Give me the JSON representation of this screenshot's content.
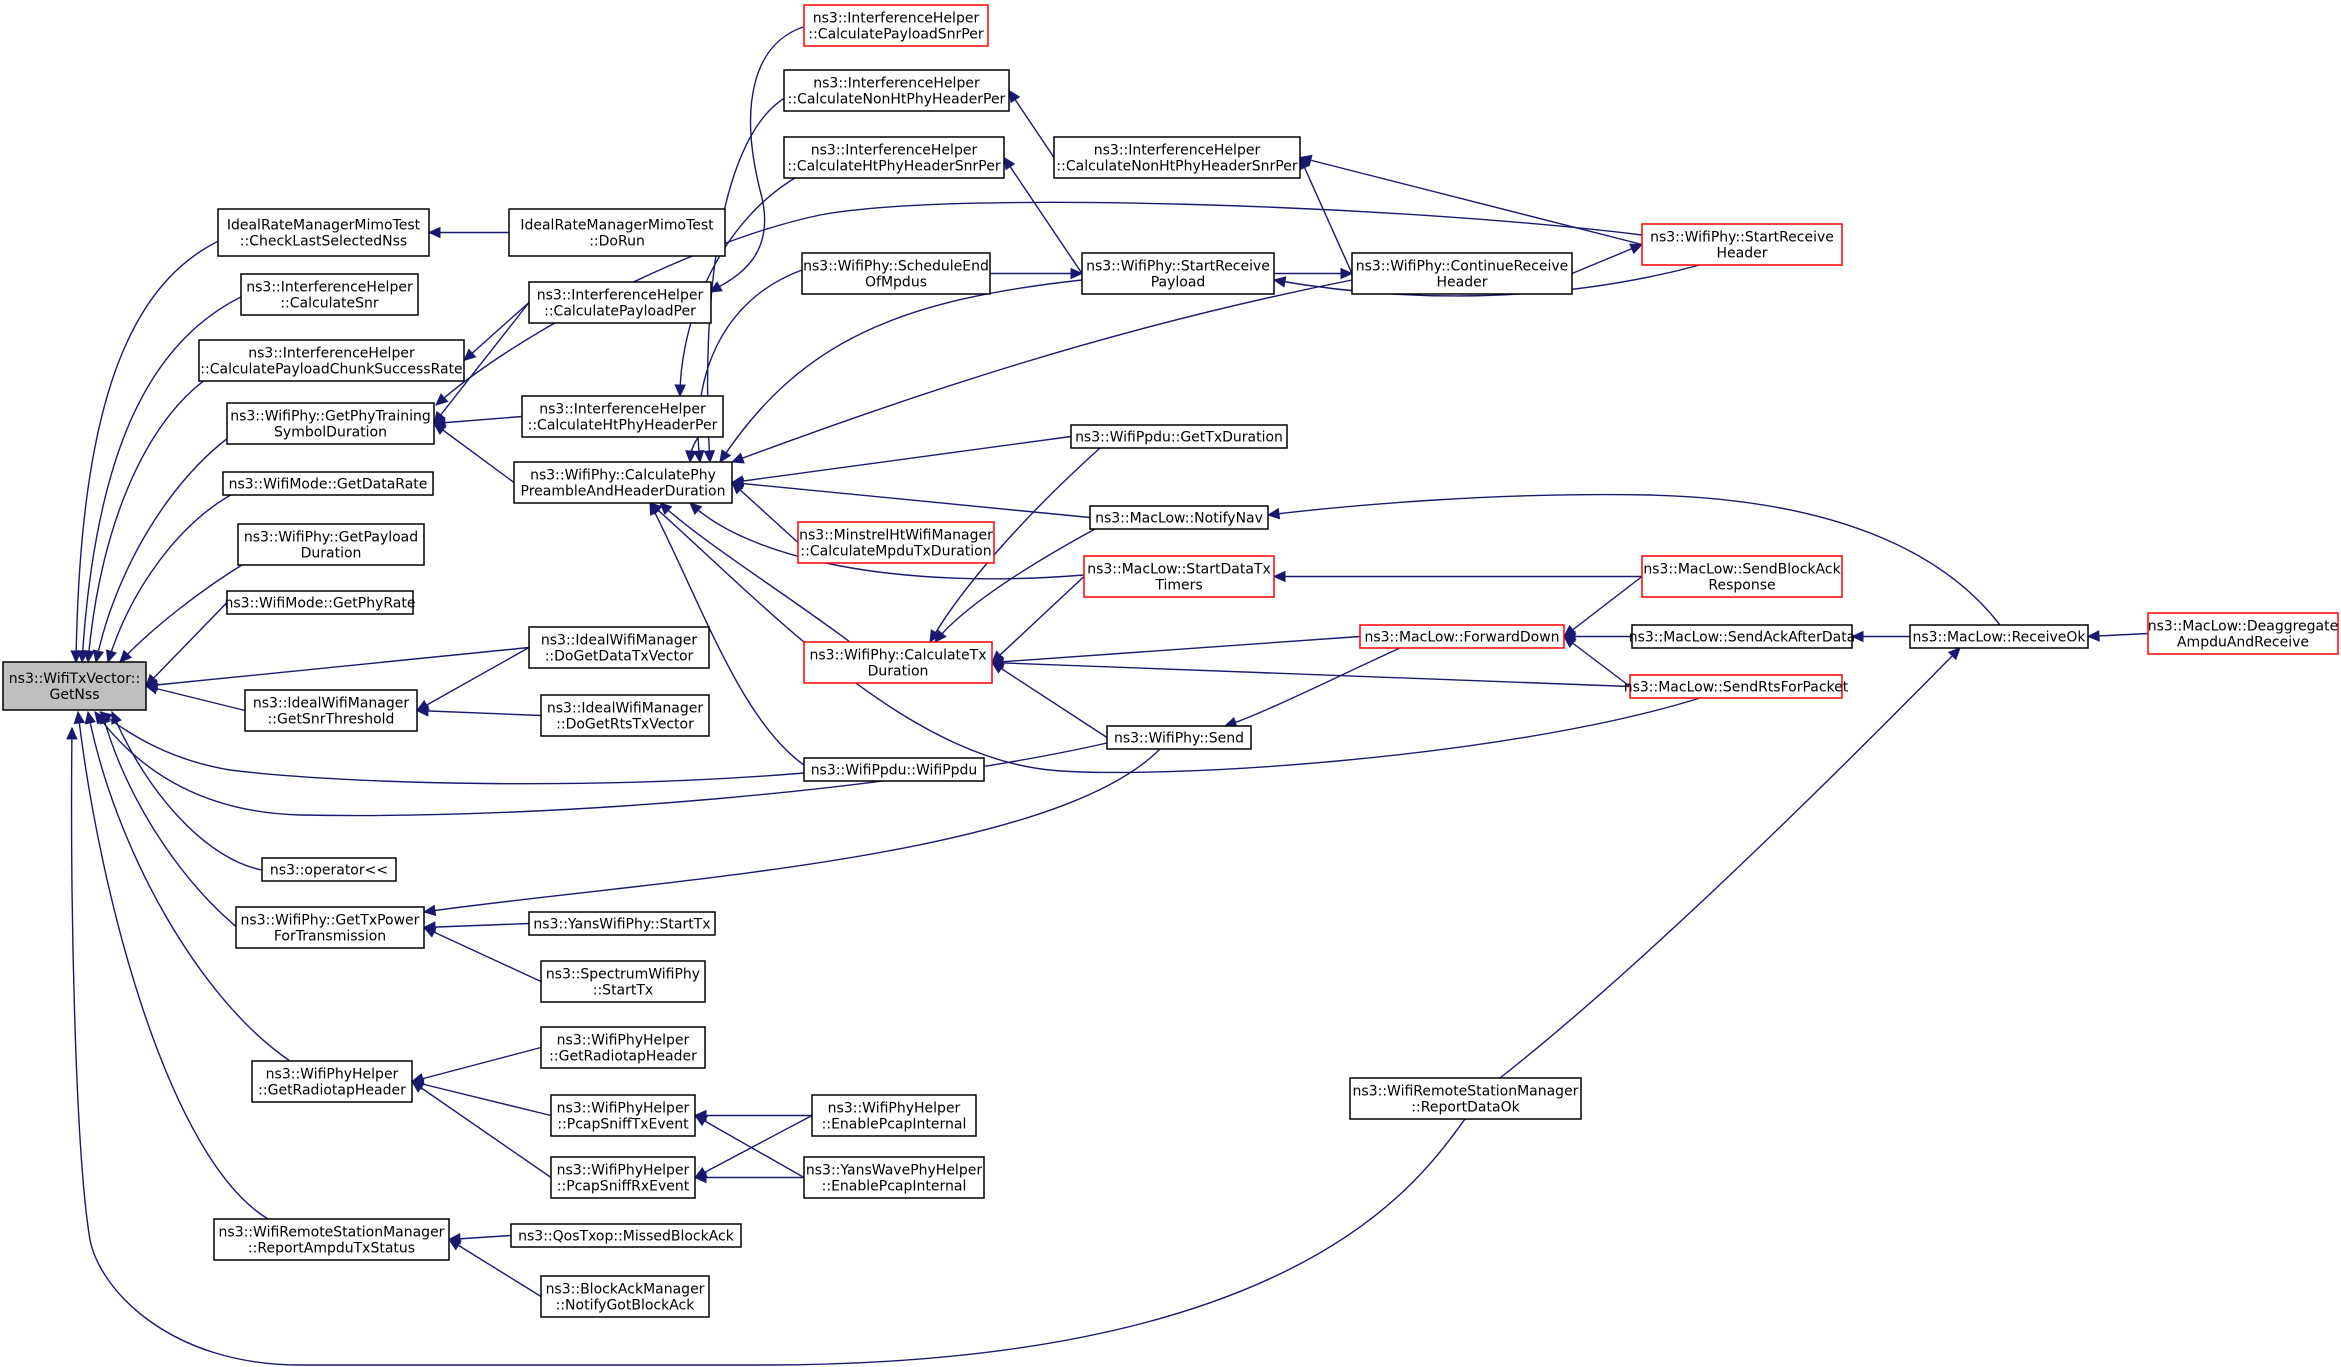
{
  "graph": {
    "focus": "n_getnss",
    "nodes": [
      {
        "id": "n_getnss",
        "lines": [
          "ns3::WifiTxVector::",
          "GetNss"
        ],
        "focus": true
      },
      {
        "id": "n_irmmt_check",
        "lines": [
          "IdealRateManagerMimoTest",
          "::CheckLastSelectedNss"
        ]
      },
      {
        "id": "n_irmmt_dorun",
        "lines": [
          "IdealRateManagerMimoTest",
          "::DoRun"
        ]
      },
      {
        "id": "n_ih_csnr",
        "lines": [
          "ns3::InterferenceHelper",
          "::CalculateSnr"
        ]
      },
      {
        "id": "n_ih_cpcsr",
        "lines": [
          "ns3::InterferenceHelper",
          "::CalculatePayloadChunkSuccessRate"
        ]
      },
      {
        "id": "n_ih_cpp",
        "lines": [
          "ns3::InterferenceHelper",
          "::CalculatePayloadPer"
        ]
      },
      {
        "id": "n_ih_cpsnrp",
        "lines": [
          "ns3::InterferenceHelper",
          "::CalculatePayloadSnrPer"
        ],
        "truncated": true
      },
      {
        "id": "n_ih_cnhhp",
        "lines": [
          "ns3::InterferenceHelper",
          "::CalculateNonHtPhyHeaderPer"
        ]
      },
      {
        "id": "n_ih_chthsnr",
        "lines": [
          "ns3::InterferenceHelper",
          "::CalculateHtPhyHeaderSnrPer"
        ]
      },
      {
        "id": "n_ih_cnhhsnr",
        "lines": [
          "ns3::InterferenceHelper",
          "::CalculateNonHtPhyHeaderSnrPer"
        ]
      },
      {
        "id": "n_ih_chthp",
        "lines": [
          "ns3::InterferenceHelper",
          "::CalculateHtPhyHeaderPer"
        ]
      },
      {
        "id": "n_wp_gptsd",
        "lines": [
          "ns3::WifiPhy::GetPhyTraining",
          "SymbolDuration"
        ]
      },
      {
        "id": "n_wp_cphd",
        "lines": [
          "ns3::WifiPhy::CalculatePhy",
          "PreambleAndHeaderDuration"
        ]
      },
      {
        "id": "n_wp_semp",
        "lines": [
          "ns3::WifiPhy::ScheduleEnd",
          "OfMpdus"
        ]
      },
      {
        "id": "n_wp_srp",
        "lines": [
          "ns3::WifiPhy::StartReceive",
          "Payload"
        ]
      },
      {
        "id": "n_wp_crh",
        "lines": [
          "ns3::WifiPhy::ContinueReceive",
          "Header"
        ]
      },
      {
        "id": "n_wp_srh",
        "lines": [
          "ns3::WifiPhy::StartReceive",
          "Header"
        ],
        "truncated": true
      },
      {
        "id": "n_wm_gdr",
        "lines": [
          "ns3::WifiMode::GetDataRate"
        ]
      },
      {
        "id": "n_wp_gpd",
        "lines": [
          "ns3::WifiPhy::GetPayload",
          "Duration"
        ]
      },
      {
        "id": "n_wm_gpr",
        "lines": [
          "ns3::WifiMode::GetPhyRate"
        ]
      },
      {
        "id": "n_wppdu_gtd",
        "lines": [
          "ns3::WifiPpdu::GetTxDuration"
        ]
      },
      {
        "id": "n_ml_nn",
        "lines": [
          "ns3::MacLow::NotifyNav"
        ]
      },
      {
        "id": "n_mhwm_cmtd",
        "lines": [
          "ns3::MinstrelHtWifiManager",
          "::CalculateMpduTxDuration"
        ],
        "truncated": true
      },
      {
        "id": "n_ml_sdtt",
        "lines": [
          "ns3::MacLow::StartDataTx",
          "Timers"
        ],
        "truncated": true
      },
      {
        "id": "n_ml_sbar",
        "lines": [
          "ns3::MacLow::SendBlockAck",
          "Response"
        ],
        "truncated": true
      },
      {
        "id": "n_wp_ctd",
        "lines": [
          "ns3::WifiPhy::CalculateTx",
          "Duration"
        ],
        "truncated": true
      },
      {
        "id": "n_ml_fd",
        "lines": [
          "ns3::MacLow::ForwardDown"
        ],
        "truncated": true
      },
      {
        "id": "n_ml_saad",
        "lines": [
          "ns3::MacLow::SendAckAfterData"
        ]
      },
      {
        "id": "n_ml_ro",
        "lines": [
          "ns3::MacLow::ReceiveOk"
        ]
      },
      {
        "id": "n_ml_daar",
        "lines": [
          "ns3::MacLow::Deaggregate",
          "AmpduAndReceive"
        ],
        "truncated": true
      },
      {
        "id": "n_ml_srfp",
        "lines": [
          "ns3::MacLow::SendRtsForPacket"
        ],
        "truncated": true
      },
      {
        "id": "n_iwm_ddtv",
        "lines": [
          "ns3::IdealWifiManager",
          "::DoGetDataTxVector"
        ]
      },
      {
        "id": "n_iwm_gst",
        "lines": [
          "ns3::IdealWifiManager",
          "::GetSnrThreshold"
        ]
      },
      {
        "id": "n_iwm_drtv",
        "lines": [
          "ns3::IdealWifiManager",
          "::DoGetRtsTxVector"
        ]
      },
      {
        "id": "n_wp_send",
        "lines": [
          "ns3::WifiPhy::Send"
        ]
      },
      {
        "id": "n_wppdu_wp",
        "lines": [
          "ns3::WifiPpdu::WifiPpdu"
        ]
      },
      {
        "id": "n_op",
        "lines": [
          "ns3::operator<<"
        ]
      },
      {
        "id": "n_wp_gtpft",
        "lines": [
          "ns3::WifiPhy::GetTxPower",
          "ForTransmission"
        ]
      },
      {
        "id": "n_ywp_st",
        "lines": [
          "ns3::YansWifiPhy::StartTx"
        ]
      },
      {
        "id": "n_swp_st",
        "lines": [
          "ns3::SpectrumWifiPhy",
          "::StartTx"
        ]
      },
      {
        "id": "n_wph_grh1",
        "lines": [
          "ns3::WifiPhyHelper",
          "::GetRadiotapHeader"
        ]
      },
      {
        "id": "n_wph_grh2",
        "lines": [
          "ns3::WifiPhyHelper",
          "::GetRadiotapHeader"
        ]
      },
      {
        "id": "n_wph_pste",
        "lines": [
          "ns3::WifiPhyHelper",
          "::PcapSniffTxEvent"
        ]
      },
      {
        "id": "n_wph_psre",
        "lines": [
          "ns3::WifiPhyHelper",
          "::PcapSniffRxEvent"
        ]
      },
      {
        "id": "n_wph_epi",
        "lines": [
          "ns3::WifiPhyHelper",
          "::EnablePcapInternal"
        ]
      },
      {
        "id": "n_ywph_epi",
        "lines": [
          "ns3::YansWavePhyHelper",
          "::EnablePcapInternal"
        ]
      },
      {
        "id": "n_wrsm_rdo",
        "lines": [
          "ns3::WifiRemoteStationManager",
          "::ReportDataOk"
        ]
      },
      {
        "id": "n_wrsm_rats",
        "lines": [
          "ns3::WifiRemoteStationManager",
          "::ReportAmpduTxStatus"
        ]
      },
      {
        "id": "n_qt_mba",
        "lines": [
          "ns3::QosTxop::MissedBlockAck"
        ]
      },
      {
        "id": "n_bam_ngba",
        "lines": [
          "ns3::BlockAckManager",
          "::NotifyGotBlockAck"
        ]
      }
    ],
    "edges": [
      {
        "from": "n_irmmt_check",
        "to": "n_getnss"
      },
      {
        "from": "n_ih_csnr",
        "to": "n_getnss"
      },
      {
        "from": "n_ih_cpcsr",
        "to": "n_getnss"
      },
      {
        "from": "n_wp_gptsd",
        "to": "n_getnss"
      },
      {
        "from": "n_wm_gdr",
        "to": "n_getnss"
      },
      {
        "from": "n_wp_gpd",
        "to": "n_getnss"
      },
      {
        "from": "n_wm_gpr",
        "to": "n_getnss"
      },
      {
        "from": "n_iwm_ddtv",
        "to": "n_getnss"
      },
      {
        "from": "n_iwm_gst",
        "to": "n_getnss"
      },
      {
        "from": "n_wppdu_wp",
        "to": "n_getnss"
      },
      {
        "from": "n_wp_send",
        "to": "n_getnss"
      },
      {
        "from": "n_op",
        "to": "n_getnss"
      },
      {
        "from": "n_wp_gtpft",
        "to": "n_getnss"
      },
      {
        "from": "n_wph_grh1",
        "to": "n_getnss"
      },
      {
        "from": "n_wrsm_rats",
        "to": "n_getnss"
      },
      {
        "from": "n_wrsm_rdo",
        "to": "n_getnss"
      },
      {
        "from": "n_irmmt_dorun",
        "to": "n_irmmt_check"
      },
      {
        "from": "n_ih_cpp",
        "to": "n_ih_cpcsr"
      },
      {
        "from": "n_ih_cpsnrp",
        "to": "n_ih_cpp"
      },
      {
        "from": "n_ih_cpp",
        "to": "n_wp_gptsd"
      },
      {
        "from": "n_ih_chthp",
        "to": "n_wp_gptsd"
      },
      {
        "from": "n_wp_srh",
        "to": "n_wp_gptsd"
      },
      {
        "from": "n_wp_cphd",
        "to": "n_wp_gptsd"
      },
      {
        "from": "n_ih_cnhhsnr",
        "to": "n_ih_cnhhp"
      },
      {
        "from": "n_wp_srh",
        "to": "n_ih_cnhhsnr"
      },
      {
        "from": "n_wp_crh",
        "to": "n_ih_cnhhsnr"
      },
      {
        "from": "n_wp_srp",
        "to": "n_ih_chthsnr"
      },
      {
        "from": "n_ih_chthsnr",
        "to": "n_ih_chthp"
      },
      {
        "from": "n_wp_crh",
        "to": "n_wp_srh"
      },
      {
        "from": "n_wp_srp",
        "to": "n_wp_crh"
      },
      {
        "from": "n_wp_srh",
        "to": "n_wp_srp"
      },
      {
        "from": "n_wp_semp",
        "to": "n_wp_srp"
      },
      {
        "from": "n_ih_chthp",
        "to": "n_wp_cphd"
      },
      {
        "from": "n_ih_cnhhp",
        "to": "n_wp_cphd"
      },
      {
        "from": "n_wp_semp",
        "to": "n_wp_cphd"
      },
      {
        "from": "n_wp_srp",
        "to": "n_wp_cphd"
      },
      {
        "from": "n_wp_crh",
        "to": "n_wp_cphd"
      },
      {
        "from": "n_wppdu_gtd",
        "to": "n_wp_cphd"
      },
      {
        "from": "n_ml_nn",
        "to": "n_wp_cphd"
      },
      {
        "from": "n_mhwm_cmtd",
        "to": "n_wp_cphd"
      },
      {
        "from": "n_ml_sdtt",
        "to": "n_wp_cphd"
      },
      {
        "from": "n_wp_ctd",
        "to": "n_wp_cphd"
      },
      {
        "from": "n_wppdu_wp",
        "to": "n_wp_cphd"
      },
      {
        "from": "n_ml_srfp",
        "to": "n_wp_cphd"
      },
      {
        "from": "n_wppdu_gtd",
        "to": "n_wp_ctd"
      },
      {
        "from": "n_ml_nn",
        "to": "n_wp_ctd"
      },
      {
        "from": "n_ml_sdtt",
        "to": "n_wp_ctd"
      },
      {
        "from": "n_ml_fd",
        "to": "n_wp_ctd"
      },
      {
        "from": "n_ml_srfp",
        "to": "n_wp_ctd"
      },
      {
        "from": "n_wp_send",
        "to": "n_wp_ctd"
      },
      {
        "from": "n_ml_ro",
        "to": "n_ml_nn"
      },
      {
        "from": "n_ml_sbar",
        "to": "n_ml_sdtt"
      },
      {
        "from": "n_ml_sbar",
        "to": "n_ml_fd"
      },
      {
        "from": "n_ml_saad",
        "to": "n_ml_fd"
      },
      {
        "from": "n_ml_srfp",
        "to": "n_ml_fd"
      },
      {
        "from": "n_ml_ro",
        "to": "n_ml_saad"
      },
      {
        "from": "n_ml_daar",
        "to": "n_ml_ro"
      },
      {
        "from": "n_wrsm_rdo",
        "to": "n_ml_ro"
      },
      {
        "from": "n_ml_fd",
        "to": "n_wp_send"
      },
      {
        "from": "n_iwm_ddtv",
        "to": "n_iwm_gst"
      },
      {
        "from": "n_iwm_drtv",
        "to": "n_iwm_gst"
      },
      {
        "from": "n_wp_send",
        "to": "n_wp_gtpft"
      },
      {
        "from": "n_ywp_st",
        "to": "n_wp_gtpft"
      },
      {
        "from": "n_swp_st",
        "to": "n_wp_gtpft"
      },
      {
        "from": "n_wph_grh2",
        "to": "n_wph_grh1"
      },
      {
        "from": "n_wph_pste",
        "to": "n_wph_grh1"
      },
      {
        "from": "n_wph_psre",
        "to": "n_wph_grh1"
      },
      {
        "from": "n_wph_epi",
        "to": "n_wph_pste"
      },
      {
        "from": "n_ywph_epi",
        "to": "n_wph_pste"
      },
      {
        "from": "n_wph_epi",
        "to": "n_wph_psre"
      },
      {
        "from": "n_ywph_epi",
        "to": "n_wph_psre"
      },
      {
        "from": "n_qt_mba",
        "to": "n_wrsm_rats"
      },
      {
        "from": "n_bam_ngba",
        "to": "n_wrsm_rats"
      }
    ]
  },
  "colors": {
    "edge": "#191970",
    "node_border": "#000000",
    "node_border_truncated": "#ff0000",
    "focus_fill": "#bfbfbf",
    "node_fill": "#ffffff"
  }
}
